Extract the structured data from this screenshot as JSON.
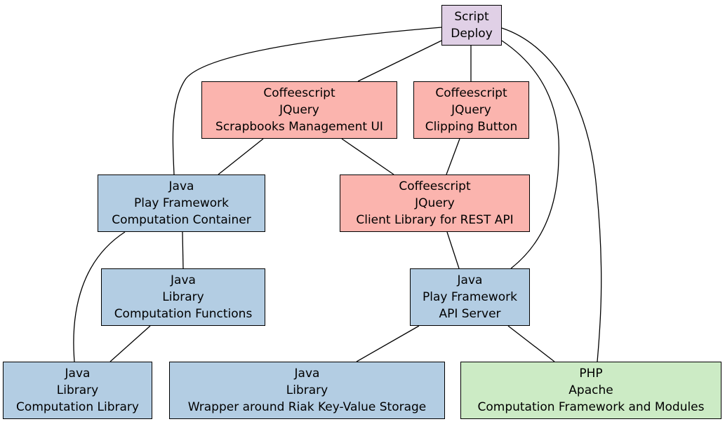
{
  "colors": {
    "deploy": "#e0d0e6",
    "frontend": "#fbb4ae",
    "java": "#b3cde3",
    "php": "#ccebc5"
  },
  "nodes": {
    "script_deploy": {
      "lines": [
        "Script",
        "Deploy"
      ]
    },
    "scrapbooks_ui": {
      "lines": [
        "Coffeescript",
        "JQuery",
        "Scrapbooks Management UI"
      ]
    },
    "clipping_button": {
      "lines": [
        "Coffeescript",
        "JQuery",
        "Clipping Button"
      ]
    },
    "computation_container": {
      "lines": [
        "Java",
        "Play Framework",
        "Computation Container"
      ]
    },
    "client_library": {
      "lines": [
        "Coffeescript",
        "JQuery",
        "Client Library for REST API"
      ]
    },
    "computation_functions": {
      "lines": [
        "Java",
        "Library",
        "Computation Functions"
      ]
    },
    "api_server": {
      "lines": [
        "Java",
        "Play Framework",
        "API Server"
      ]
    },
    "computation_library": {
      "lines": [
        "Java",
        "Library",
        "Computation Library"
      ]
    },
    "riak_wrapper": {
      "lines": [
        "Java",
        "Library",
        "Wrapper around Riak Key-Value Storage"
      ]
    },
    "php_apache": {
      "lines": [
        "PHP",
        "Apache",
        "Computation Framework and Modules"
      ]
    }
  }
}
